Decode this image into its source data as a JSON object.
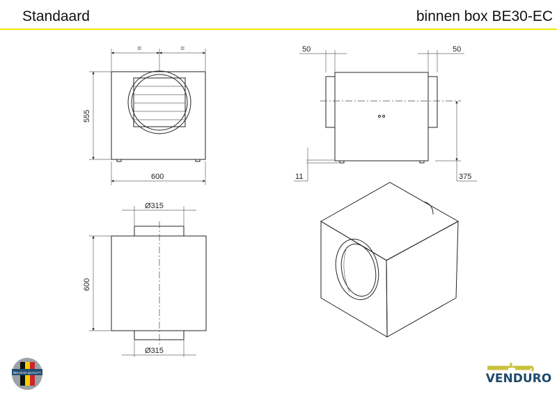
{
  "header": {
    "left_title": "Standaard",
    "right_title": "binnen box BE30-EC",
    "accent_color": "#f2e500"
  },
  "front_view": {
    "dim_equal_left": "=",
    "dim_equal_right": "=",
    "height": "555",
    "width": "600"
  },
  "side_view": {
    "flange_left": "50",
    "flange_right": "50",
    "foot_height": "11",
    "center_height": "375"
  },
  "top_view": {
    "duct_top": "Ø315",
    "duct_bottom": "Ø315",
    "depth": "600"
  },
  "logos": {
    "quality_badge": "BELGIAN QUALITY",
    "brand": "VENDURO",
    "brand_color": "#1e4a6b",
    "brand_mark_color": "#c8c23a"
  }
}
